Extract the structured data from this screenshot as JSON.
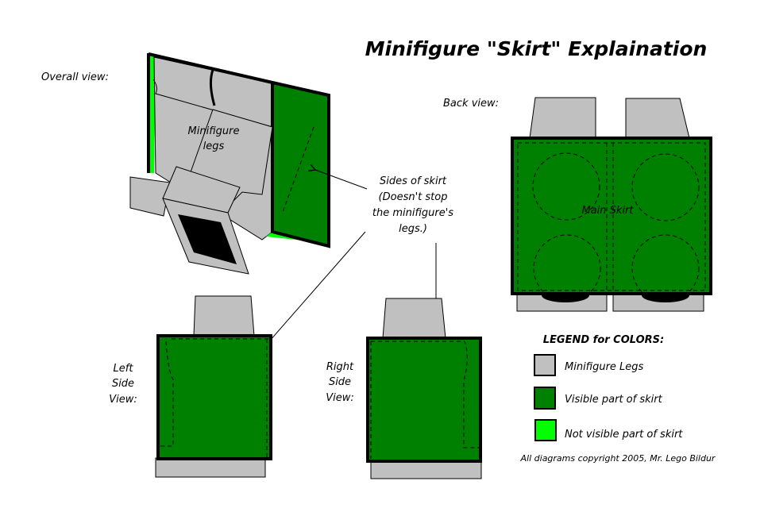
{
  "title": "Minifigure \"Skirt\" Explaination",
  "labels": {
    "overall_view": "Overall view:",
    "minifigure_legs": [
      "Minifigure",
      "legs"
    ],
    "back_view": "Back view:",
    "main_skirt": "Main Skirt",
    "sides_of_skirt": [
      "Sides of skirt",
      "(Doesn't stop",
      "the minifigure's",
      "legs.)"
    ],
    "left_side_view": [
      "Left",
      "Side",
      "View:"
    ],
    "right_side_view": [
      "Right",
      "Side",
      "View:"
    ]
  },
  "legend": {
    "title": "LEGEND for COLORS:",
    "items": [
      {
        "label": "Minifigure Legs",
        "color": "#c0c0c0"
      },
      {
        "label": "Visible part of skirt",
        "color": "#008000"
      },
      {
        "label": "Not visible part of skirt",
        "color": "#00ff00"
      }
    ]
  },
  "copyright": "All diagrams copyright 2005, Mr. Lego Bildur"
}
